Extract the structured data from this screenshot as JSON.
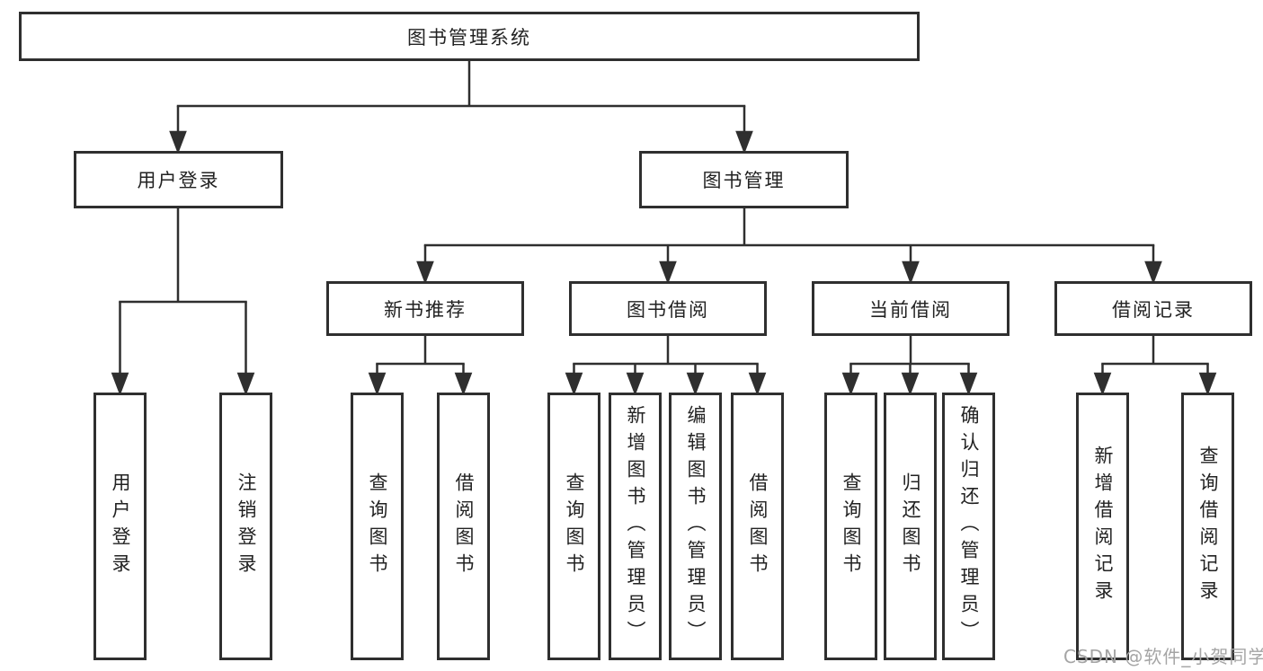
{
  "diagram": {
    "title": "图书管理系统",
    "root": {
      "label": "图书管理系统"
    },
    "level2": [
      {
        "label": "用户登录"
      },
      {
        "label": "图书管理"
      }
    ],
    "level3": [
      {
        "label": "新书推荐"
      },
      {
        "label": "图书借阅"
      },
      {
        "label": "当前借阅"
      },
      {
        "label": "借阅记录"
      }
    ],
    "leaves": {
      "user_login": [
        {
          "label": "用户登录"
        },
        {
          "label": "注销登录"
        }
      ],
      "new_book_recommend": [
        {
          "label": "查询图书"
        },
        {
          "label": "借阅图书"
        }
      ],
      "book_borrow": [
        {
          "label": "查询图书"
        },
        {
          "label": "新增图书（管理员）"
        },
        {
          "label": "编辑图书（管理员）"
        },
        {
          "label": "借阅图书"
        }
      ],
      "current_borrow": [
        {
          "label": "查询图书"
        },
        {
          "label": "归还图书"
        },
        {
          "label": "确认归还（管理员）"
        }
      ],
      "borrow_records": [
        {
          "label": "新增借阅记录"
        },
        {
          "label": "查询借阅记录"
        }
      ]
    }
  },
  "watermark": {
    "text": "CSDN @软件_小贺同学"
  },
  "colors": {
    "line": "#2f2f2f",
    "border": "#2f2f2f",
    "text": "#222222",
    "watermark": "#a5a5a5",
    "background": "#ffffff"
  }
}
